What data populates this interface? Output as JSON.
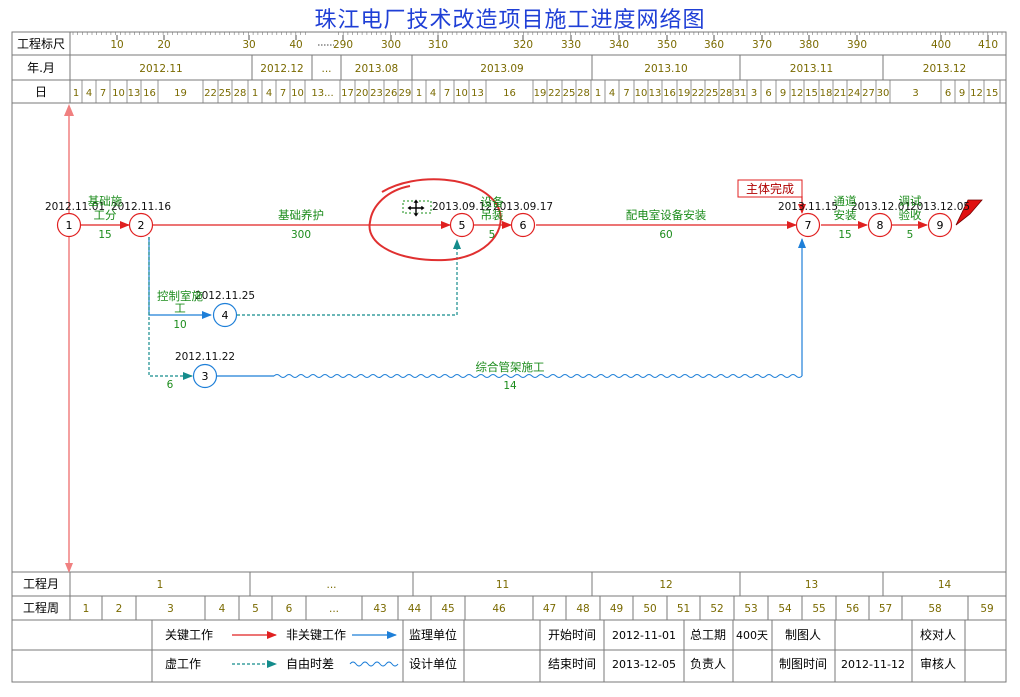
{
  "title": "珠江电厂技术改造项目施工进度网络图",
  "colors": {
    "title": "#1f3fd6",
    "grid": "#7a7a7a",
    "scale_text": "#7a6a00",
    "critical": "#e02020",
    "noncritical": "#1e7fd8",
    "float": "#148c8c",
    "label": "#1c8c1c",
    "date": "#111111",
    "milestone_box": "#e02020"
  },
  "header": {
    "scale_label": "工程标尺",
    "month_label": "年.月",
    "day_label": "日",
    "scale_ticks": [
      "10",
      "20",
      "30",
      "40",
      "290",
      "300",
      "310",
      "320",
      "330",
      "340",
      "350",
      "360",
      "370",
      "380",
      "390",
      "400",
      "410"
    ],
    "months": [
      "2012.11",
      "2012.12",
      "...",
      "2013.08",
      "2013.09",
      "2013.10",
      "2013.11",
      "2013.12"
    ],
    "days": [
      "1",
      "4",
      "7",
      "10",
      "13",
      "16",
      "19",
      "22",
      "25",
      "28",
      "1",
      "4",
      "7",
      "10",
      "13...",
      "17",
      "20",
      "23",
      "26",
      "29",
      "1",
      "4",
      "7",
      "10",
      "13",
      "16",
      "19",
      "22",
      "25",
      "28",
      "1",
      "4",
      "7",
      "10",
      "13",
      "16",
      "19",
      "22",
      "25",
      "28",
      "31",
      "3",
      "6",
      "9",
      "12",
      "15",
      "18",
      "21",
      "24",
      "27",
      "30",
      "3",
      "6",
      "9",
      "12",
      "15"
    ]
  },
  "footer": {
    "proj_month_label": "工程月",
    "proj_months": [
      "1",
      "...",
      "11",
      "12",
      "13",
      "14"
    ],
    "proj_week_label": "工程周",
    "proj_weeks": [
      "1",
      "2",
      "3",
      "4",
      "5",
      "6",
      "...",
      "43",
      "44",
      "45",
      "46",
      "47",
      "48",
      "49",
      "50",
      "51",
      "52",
      "53",
      "54",
      "55",
      "56",
      "57",
      "58",
      "59"
    ]
  },
  "legend": {
    "critical": "关键工作",
    "noncritical": "非关键工作",
    "dummy": "虚工作",
    "free_float": "自由时差",
    "supervisor_label": "监理单位",
    "designer_label": "设计单位",
    "start_label": "开始时间",
    "start_value": "2012-11-01",
    "end_label": "结束时间",
    "end_value": "2013-12-05",
    "duration_label": "总工期",
    "duration_value": "400天",
    "owner_label": "负责人",
    "drawer_label": "制图人",
    "draw_time_label": "制图时间",
    "draw_time_value": "2012-11-12",
    "checker_label": "校对人",
    "reviewer_label": "审核人"
  },
  "chart_data": {
    "type": "network",
    "nodes": [
      {
        "id": 1,
        "date": "2012.11.01"
      },
      {
        "id": 2,
        "date": "2012.11.16"
      },
      {
        "id": 3,
        "date": "2012.11.22"
      },
      {
        "id": 4,
        "date": "2012.11.25"
      },
      {
        "id": 5,
        "date": "2013.09.12"
      },
      {
        "id": 6,
        "date": "2013.09.17"
      },
      {
        "id": 7,
        "date": "2013.11.15"
      },
      {
        "id": 8,
        "date": "2013.12.01"
      },
      {
        "id": 9,
        "date": "2013.12.05"
      }
    ],
    "activities": [
      {
        "from": 1,
        "to": 2,
        "name": "基础施工分",
        "duration": 15,
        "critical": true
      },
      {
        "from": 2,
        "to": 5,
        "name": "基础养护",
        "duration": 300,
        "critical": true
      },
      {
        "from": 5,
        "to": 6,
        "name": "设备吊装",
        "duration": 5,
        "critical": true
      },
      {
        "from": 6,
        "to": 7,
        "name": "配电室设备安装",
        "duration": 60,
        "critical": true
      },
      {
        "from": 7,
        "to": 8,
        "name": "通道安装",
        "duration": 15,
        "critical": true
      },
      {
        "from": 8,
        "to": 9,
        "name": "调试验收",
        "duration": 5,
        "critical": true
      },
      {
        "from": 2,
        "to": 4,
        "name": "控制室施工",
        "duration": 10,
        "critical": false
      },
      {
        "from": 2,
        "to": 3,
        "name": "",
        "duration": 6,
        "critical": false,
        "dummy": true
      },
      {
        "from": 3,
        "to": 7,
        "name": "综合管架施工",
        "duration": 14,
        "critical": false
      }
    ],
    "milestone": "主体完成"
  }
}
